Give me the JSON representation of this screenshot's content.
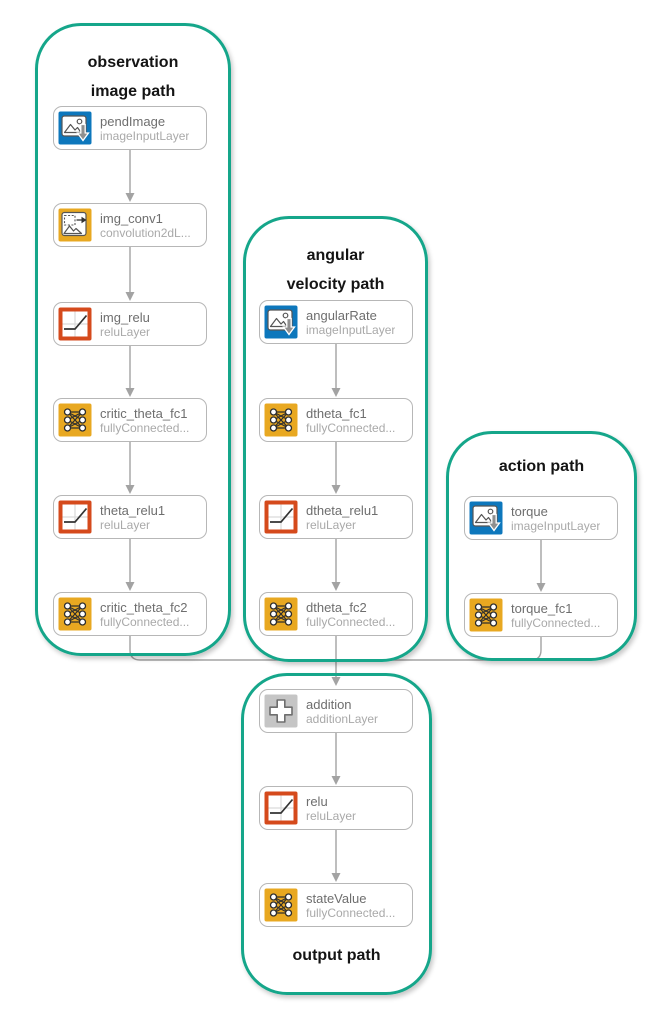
{
  "groups": {
    "observation": {
      "title_line1": "observation",
      "title_line2": "image path"
    },
    "angular_velocity": {
      "title_line1": "angular",
      "title_line2": "velocity path"
    },
    "action": {
      "title_line1": "action path"
    },
    "output": {
      "title_line1": "output path"
    }
  },
  "nodes": {
    "pendImage": {
      "name": "pendImage",
      "type": "imageInputLayer"
    },
    "img_conv1": {
      "name": "img_conv1",
      "type": "convolution2dL..."
    },
    "img_relu": {
      "name": "img_relu",
      "type": "reluLayer"
    },
    "critic_theta_fc1": {
      "name": "critic_theta_fc1",
      "type": "fullyConnected..."
    },
    "theta_relu1": {
      "name": "theta_relu1",
      "type": "reluLayer"
    },
    "critic_theta_fc2": {
      "name": "critic_theta_fc2",
      "type": "fullyConnected..."
    },
    "angularRate": {
      "name": "angularRate",
      "type": "imageInputLayer"
    },
    "dtheta_fc1": {
      "name": "dtheta_fc1",
      "type": "fullyConnected..."
    },
    "dtheta_relu1": {
      "name": "dtheta_relu1",
      "type": "reluLayer"
    },
    "dtheta_fc2": {
      "name": "dtheta_fc2",
      "type": "fullyConnected..."
    },
    "torque": {
      "name": "torque",
      "type": "imageInputLayer"
    },
    "torque_fc1": {
      "name": "torque_fc1",
      "type": "fullyConnected..."
    },
    "addition": {
      "name": "addition",
      "type": "additionLayer"
    },
    "relu": {
      "name": "relu",
      "type": "reluLayer"
    },
    "stateValue": {
      "name": "stateValue",
      "type": "fullyConnected..."
    }
  },
  "edges": [
    [
      "pendImage",
      "img_conv1"
    ],
    [
      "img_conv1",
      "img_relu"
    ],
    [
      "img_relu",
      "critic_theta_fc1"
    ],
    [
      "critic_theta_fc1",
      "theta_relu1"
    ],
    [
      "theta_relu1",
      "critic_theta_fc2"
    ],
    [
      "critic_theta_fc2",
      "addition"
    ],
    [
      "angularRate",
      "dtheta_fc1"
    ],
    [
      "dtheta_fc1",
      "dtheta_relu1"
    ],
    [
      "dtheta_relu1",
      "dtheta_fc2"
    ],
    [
      "dtheta_fc2",
      "addition"
    ],
    [
      "torque",
      "torque_fc1"
    ],
    [
      "torque_fc1",
      "addition"
    ],
    [
      "addition",
      "relu"
    ],
    [
      "relu",
      "stateValue"
    ]
  ],
  "colors": {
    "group_outline": "#15A68A",
    "image_input_icon": "#0D77BC",
    "convolution_icon": "#E8A821",
    "fully_connected_icon": "#E8A821",
    "relu_icon": "#D54A1C",
    "addition_icon": "#C5C5C5",
    "connector": "#A3A3A3"
  }
}
